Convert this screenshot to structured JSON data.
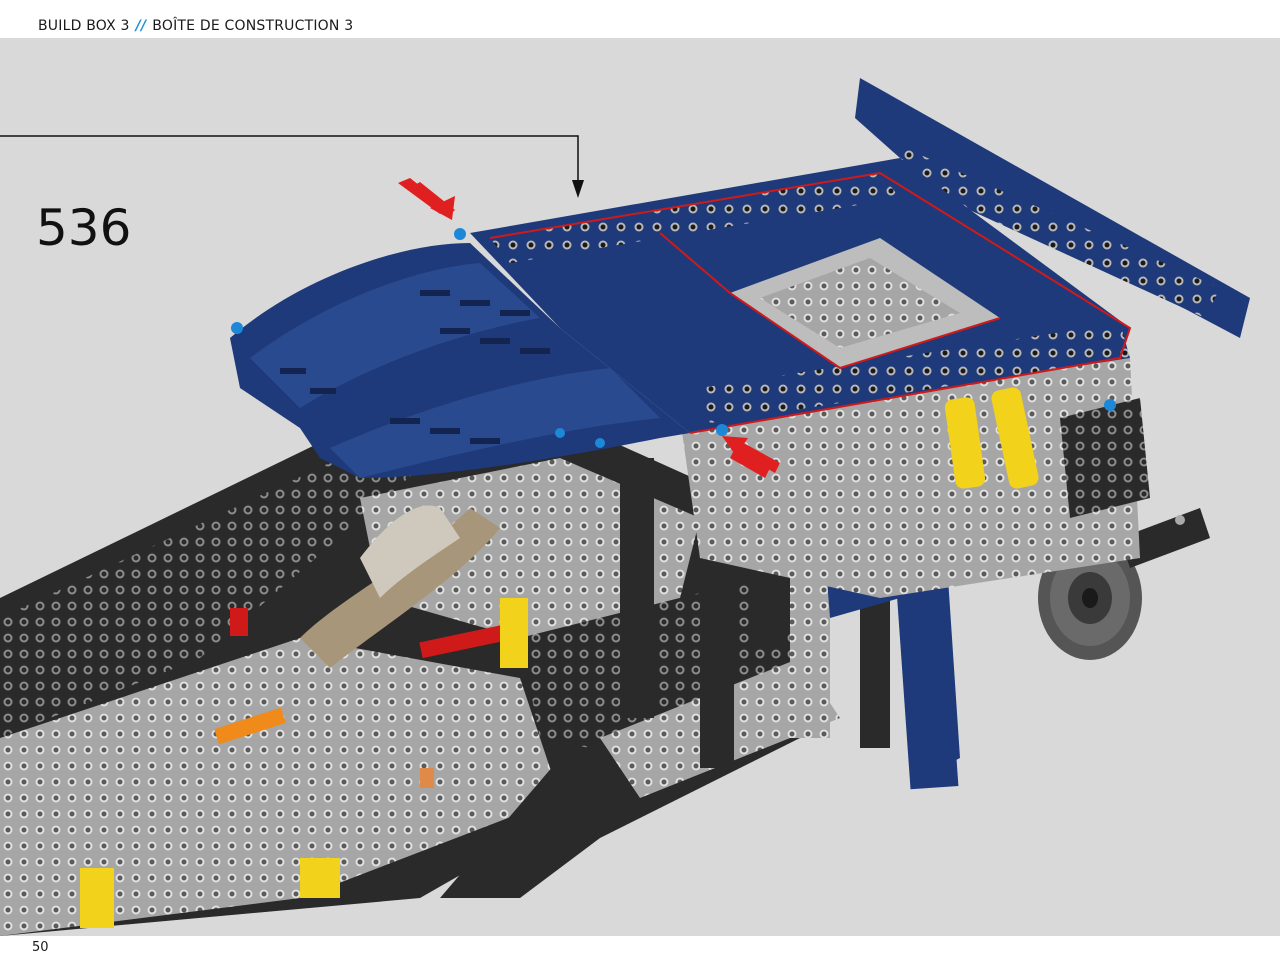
{
  "header": {
    "build_box_en": "BUILD BOX 3",
    "separator": "//",
    "build_box_fr": "BOÎTE DE CONSTRUCTION 3"
  },
  "step": {
    "number": "536"
  },
  "footer": {
    "page_number": "50"
  },
  "colors": {
    "canvas_background": "#d9d9d9",
    "body_blue": "#1f3a7a",
    "frame_black": "#2a2a2a",
    "frame_gray": "#9a9a9a",
    "accent_yellow": "#f2d21b",
    "accent_red": "#d01a1a",
    "accent_tan": "#a8967a",
    "separator_blue": "#1e8fd4"
  }
}
